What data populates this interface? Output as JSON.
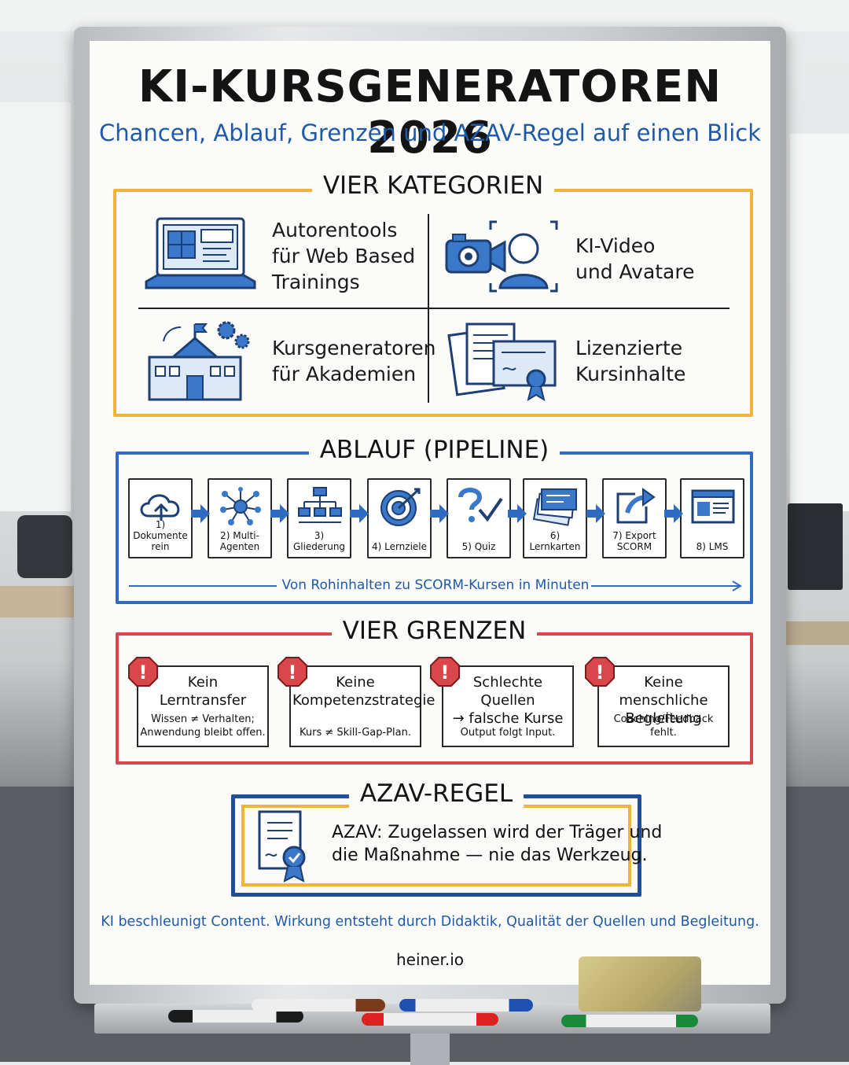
{
  "title": "KI-KURSGENERATOREN 2026",
  "subtitle": "Chancen, Ablauf, Grenzen und AZAV-Regel auf einen Blick",
  "categories": {
    "heading": "VIER KATEGORIEN",
    "items": [
      {
        "label": "Autorentools\nfür Web Based\nTrainings",
        "icon": "laptop-puzzle-icon"
      },
      {
        "label": "KI-Video\nund Avatare",
        "icon": "camera-avatar-icon"
      },
      {
        "label": "Kursgeneratoren\nfür Akademien",
        "icon": "academy-building-icon"
      },
      {
        "label": "Lizenzierte\nKursinhalte",
        "icon": "certificate-documents-icon"
      }
    ]
  },
  "pipeline": {
    "heading": "ABLAUF (PIPELINE)",
    "steps": [
      {
        "label": "1) Dokumente\nrein",
        "icon": "cloud-upload-icon"
      },
      {
        "label": "2) Multi-\nAgenten",
        "icon": "network-icon"
      },
      {
        "label": "3) Gliederung",
        "icon": "hierarchy-icon"
      },
      {
        "label": "4) Lernziele",
        "icon": "target-icon"
      },
      {
        "label": "5) Quiz",
        "icon": "question-check-icon"
      },
      {
        "label": "6) Lernkarten",
        "icon": "flashcards-icon"
      },
      {
        "label": "7) Export\nSCORM",
        "icon": "export-icon"
      },
      {
        "label": "8) LMS",
        "icon": "browser-window-icon"
      }
    ],
    "caption": "Von Rohinhalten zu SCORM-Kursen in Minuten"
  },
  "limits": {
    "heading": "VIER GRENZEN",
    "items": [
      {
        "title": "Kein\nLerntransfer",
        "desc": "Wissen ≠ Verhalten;\nAnwendung bleibt offen."
      },
      {
        "title": "Keine\nKompetenzstrategie",
        "desc": "Kurs ≠ Skill-Gap-Plan."
      },
      {
        "title": "Schlechte Quellen\n→ falsche Kurse",
        "desc": "Output folgt Input."
      },
      {
        "title": "Keine menschliche\nBegleitung",
        "desc": "Coaching/Feedback fehlt."
      }
    ]
  },
  "azav": {
    "heading": "AZAV-REGEL",
    "text": "AZAV: Zugelassen wird der Träger und\ndie Maßnahme — nie das Werkzeug."
  },
  "footer": {
    "tagline": "KI beschleunigt Content. Wirkung entsteht durch Didaktik, Qualität der Quellen und Begleitung.",
    "brand": "heiner.io"
  },
  "colors": {
    "blue": "#2f6cc0",
    "yellow": "#f0b43c",
    "red": "#d9474b",
    "text_blue": "#1f5aa8"
  }
}
